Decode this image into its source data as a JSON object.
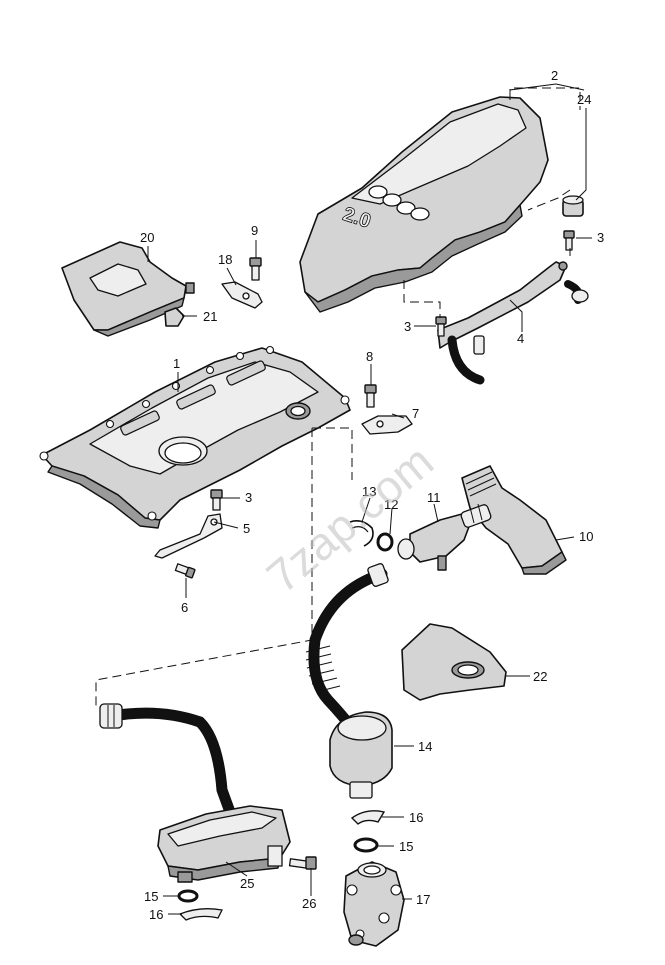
{
  "watermark": "7zap.com",
  "callouts": [
    "1",
    "2",
    "3",
    "4",
    "5",
    "6",
    "7",
    "8",
    "9",
    "10",
    "11",
    "12",
    "13",
    "14",
    "15",
    "16",
    "17",
    "18",
    "20",
    "21",
    "22",
    "24",
    "25",
    "26"
  ],
  "cover_badge_text": "2.0"
}
